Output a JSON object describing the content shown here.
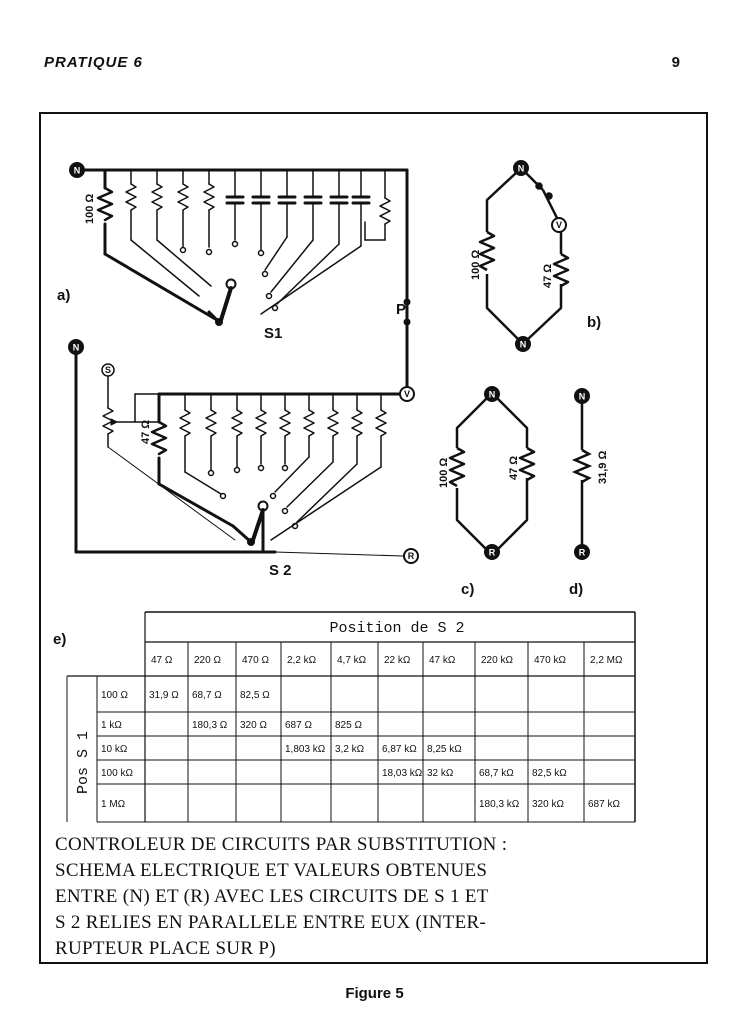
{
  "header": {
    "left": "PRATIQUE 6",
    "page_number": "9"
  },
  "labels": {
    "a": "a)",
    "b": "b)",
    "c": "c)",
    "d": "d)",
    "e": "e)",
    "s1": "S1",
    "s2": "S 2",
    "p": "P",
    "node_n": "N",
    "node_r": "R",
    "node_v": "V",
    "node_s": "S"
  },
  "resistors": {
    "a_100": "100 Ω",
    "a_47": "47 Ω",
    "b_100": "100 Ω",
    "b_47": "47 Ω",
    "c_100": "100 Ω",
    "c_47": "47 Ω",
    "d_319": "31,9 Ω"
  },
  "table": {
    "title": "Position de S 2",
    "row_title": "Pos S 1",
    "columns": [
      "47 Ω",
      "220 Ω",
      "470 Ω",
      "2,2 kΩ",
      "4,7 kΩ",
      "22 kΩ",
      "47 kΩ",
      "220 kΩ",
      "470 kΩ",
      "2,2 MΩ"
    ],
    "rows": [
      {
        "label": "100 Ω",
        "cells": [
          "31,9 Ω",
          "68,7 Ω",
          "82,5 Ω",
          "",
          "",
          "",
          "",
          "",
          "",
          ""
        ]
      },
      {
        "label": "1 kΩ",
        "cells": [
          "",
          "180,3 Ω",
          "320 Ω",
          "687 Ω",
          "825 Ω",
          "",
          "",
          "",
          "",
          ""
        ]
      },
      {
        "label": "10 kΩ",
        "cells": [
          "",
          "",
          "",
          "1,803 kΩ",
          "3,2 kΩ",
          "6,87 kΩ",
          "8,25 kΩ",
          "",
          "",
          ""
        ]
      },
      {
        "label": "100 kΩ",
        "cells": [
          "",
          "",
          "",
          "",
          "",
          "18,03 kΩ",
          "32 kΩ",
          "68,7 kΩ",
          "82,5 kΩ",
          ""
        ]
      },
      {
        "label": "1 MΩ",
        "cells": [
          "",
          "",
          "",
          "",
          "",
          "",
          "",
          "180,3 kΩ",
          "320 kΩ",
          "687 kΩ"
        ]
      }
    ]
  },
  "caption": [
    "CONTROLEUR DE CIRCUITS PAR SUBSTITUTION :",
    "SCHEMA ELECTRIQUE ET VALEURS OBTENUES",
    "ENTRE (N) ET (R) AVEC LES CIRCUITS DE S 1 ET",
    "S 2 RELIES EN PARALLELE ENTRE EUX (INTER-",
    "RUPTEUR PLACE SUR P)"
  ],
  "figure_title": "Figure 5"
}
